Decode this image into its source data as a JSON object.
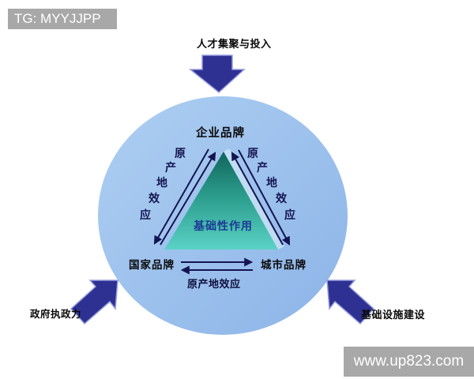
{
  "watermarks": {
    "top": "TG: MYYJJPP",
    "bottom": "www.up823.com"
  },
  "factors": {
    "top": "人才集聚与投入",
    "bottom_left": "政府执政力",
    "bottom_right": "基础设施建设"
  },
  "nodes": {
    "top": "企业品牌",
    "bottom_left": "国家品牌",
    "bottom_right": "城市品牌"
  },
  "center_label": "基础性作用",
  "edges": {
    "left_chars": [
      "原",
      "产",
      "地",
      "效",
      "应"
    ],
    "right_chars": [
      "原",
      "产",
      "地",
      "效",
      "应"
    ],
    "bottom_label": "原产地效应"
  },
  "colors": {
    "circle_light": "#aecff2",
    "circle_dark": "#8cb4e8",
    "triangle_top": "#10645b",
    "triangle_mid": "#2b9c8c",
    "triangle_bottom": "#5ad2c6",
    "edge_highlight": "#d2ebf6",
    "block_arrow": "#2e3192",
    "block_arrow_edge": "#959ddd",
    "thin_arrow": "#141450",
    "center_text": "#1e3a96",
    "watermark_bg": "#a8a8a8"
  }
}
